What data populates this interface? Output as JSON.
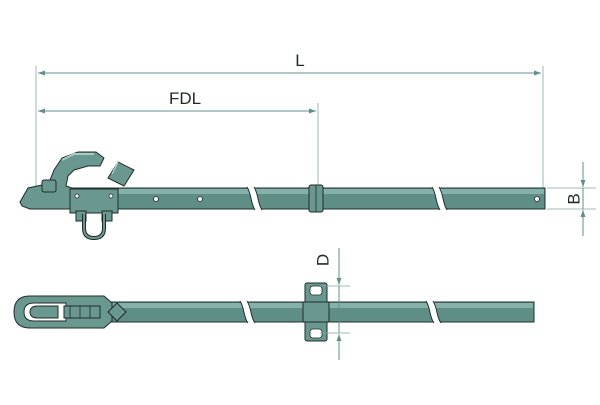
{
  "labels": {
    "overall_length": "L",
    "fdl": "FDL",
    "width": "B",
    "diameter": "D"
  },
  "colors": {
    "bar_fill": "#5f8e87",
    "bar_highlight": "#86b1aa",
    "outline": "#22302f",
    "dimension_line": "#5f8f8b"
  }
}
